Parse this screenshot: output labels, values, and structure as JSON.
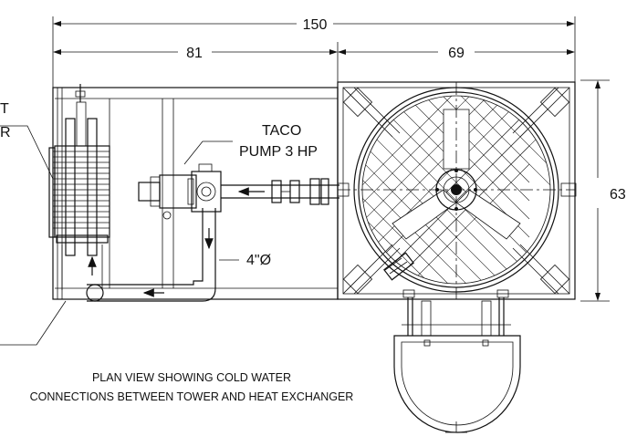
{
  "dimensions": {
    "overall": "150",
    "left_section": "81",
    "right_section": "69",
    "height": "63"
  },
  "labels": {
    "heat_exchanger_partial_line1": "T",
    "heat_exchanger_partial_line2": "R",
    "pump_line1": "TACO",
    "pump_line2": "PUMP 3 HP",
    "pipe_size": "4\"Ø"
  },
  "caption": {
    "line1": "PLAN VIEW SHOWING COLD WATER",
    "line2": "CONNECTIONS BETWEEN TOWER AND HEAT EXCHANGER"
  }
}
